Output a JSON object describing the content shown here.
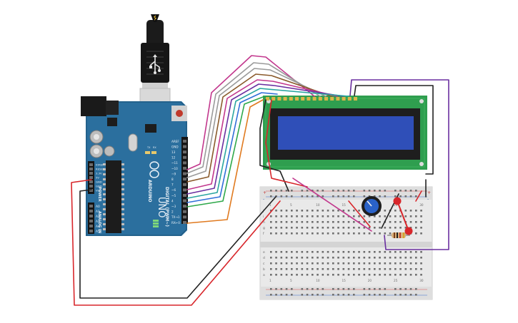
{
  "arduino": {
    "brand": "ARDUINO",
    "model": "UNO",
    "label_digital": "DIGITAL (PWM~)",
    "label_power": "POWER",
    "label_analog": "ANALOG IN",
    "label_tx_led": "TX",
    "label_rx_led": "RX",
    "label_l_led": "L",
    "label_on": "ON",
    "digital_pins": [
      "AREF",
      "GND",
      "13",
      "12",
      "~11",
      "~10",
      "~9",
      "8",
      "7",
      "~6",
      "~5",
      "4",
      "~3",
      "2",
      "TX→1",
      "RX←0"
    ],
    "power_pins": [
      "IOREF",
      "RESET",
      "3.3V",
      "5V",
      "GND",
      "GND",
      "Vin"
    ],
    "analog_pins": [
      "A0",
      "A1",
      "A2",
      "A3",
      "A4",
      "A5"
    ]
  },
  "lcd": {
    "pin_count": 16
  },
  "breadboard": {
    "column_numbers": [
      "1",
      "5",
      "10",
      "15",
      "20",
      "25",
      "30"
    ],
    "row_letters_top": [
      "j",
      "i",
      "h",
      "g",
      "f"
    ],
    "row_letters_bottom": [
      "e",
      "d",
      "c",
      "b",
      "a"
    ],
    "rail_plus": "+",
    "rail_minus": "-"
  },
  "colors": {
    "board_blue": "#2b6f9e",
    "lcd_green": "#2f9e4f",
    "lcd_screen": "#2f4fb8",
    "wire_red": "#d8262b",
    "wire_black": "#222222",
    "wire_magenta": "#c2378d",
    "wire_purple": "#6a2fa0",
    "wire_gray": "#9a9a9a",
    "wire_brown": "#8a5a2b",
    "wire_teal": "#2aa5a0",
    "wire_blue": "#2f6fd8",
    "wire_green": "#2ea84a",
    "wire_orange": "#e07a1f"
  }
}
